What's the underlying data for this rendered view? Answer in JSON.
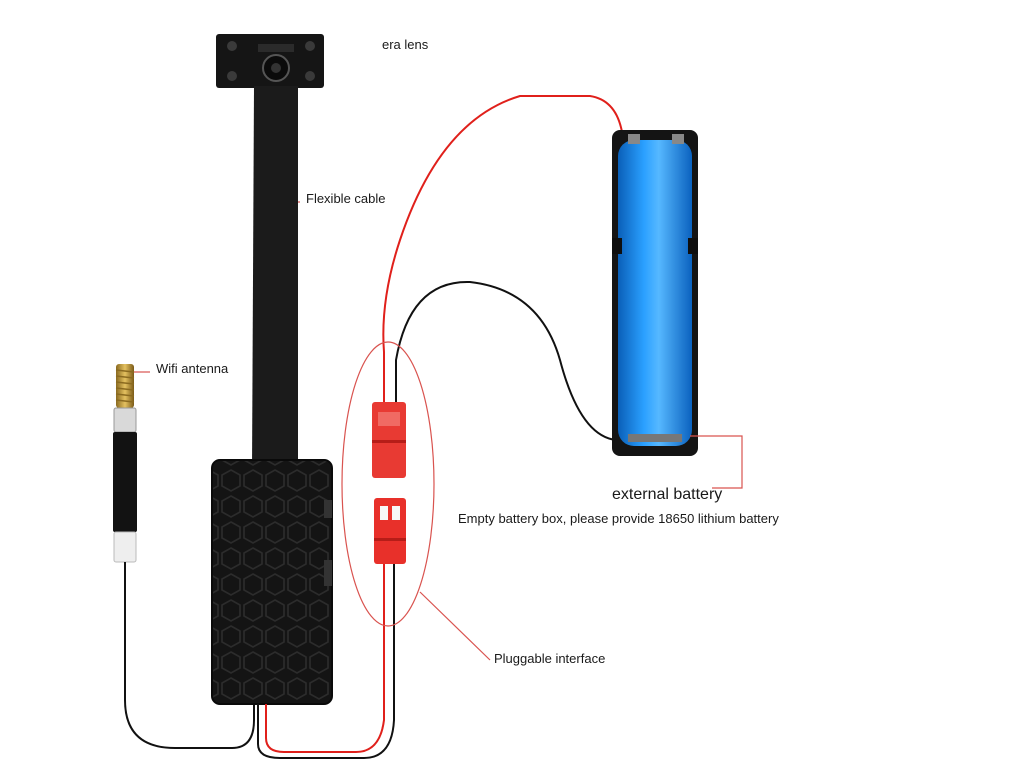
{
  "labels": {
    "camera_lens": "era lens",
    "flexible_cable": "Flexible cable",
    "wifi_antenna": "Wifi antenna",
    "external_battery": "external battery",
    "battery_note": "Empty battery box, please provide 18650 lithium battery",
    "pluggable_interface": "Pluggable interface"
  },
  "colors": {
    "callout_line": "#d9534f",
    "red_wire": "#e0201b",
    "black_wire": "#111111",
    "battery_blue": "#1e8ff0",
    "module_body": "#141414",
    "connector_red": "#e8302a"
  }
}
